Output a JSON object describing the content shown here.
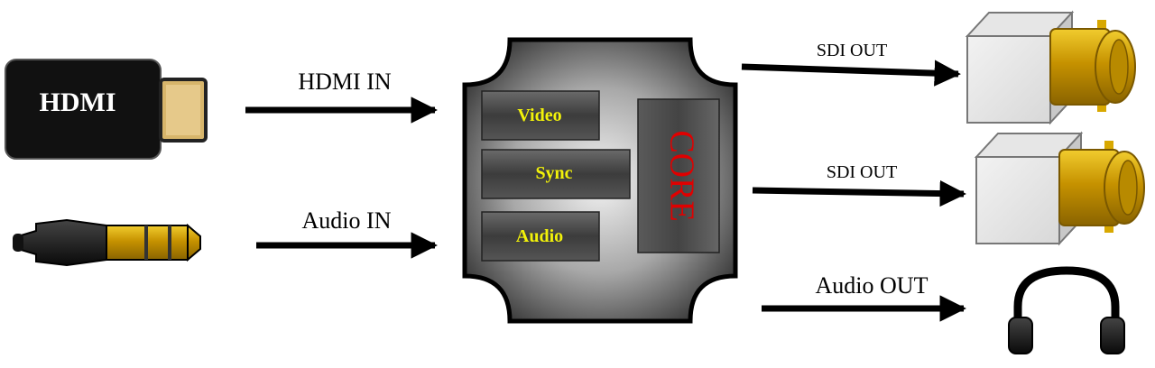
{
  "inputs": {
    "hdmi_device_label": "HDMI",
    "hdmi_in_label": "HDMI IN",
    "audio_in_label": "Audio IN"
  },
  "processor": {
    "video_label": "Video",
    "sync_label": "Sync",
    "audio_label": "Audio",
    "core_label": "CORE"
  },
  "outputs": {
    "sdi_out_1_label": "SDI OUT",
    "sdi_out_2_label": "SDI OUT",
    "audio_out_label": "Audio OUT"
  },
  "colors": {
    "arrow": "#000000",
    "block_text": "#f2f20a",
    "core_text": "#e00000",
    "gold": "#d4a300"
  },
  "icons": [
    "hdmi-dongle-icon",
    "audio-jack-icon",
    "bnc-connector-icon",
    "headphones-icon"
  ]
}
